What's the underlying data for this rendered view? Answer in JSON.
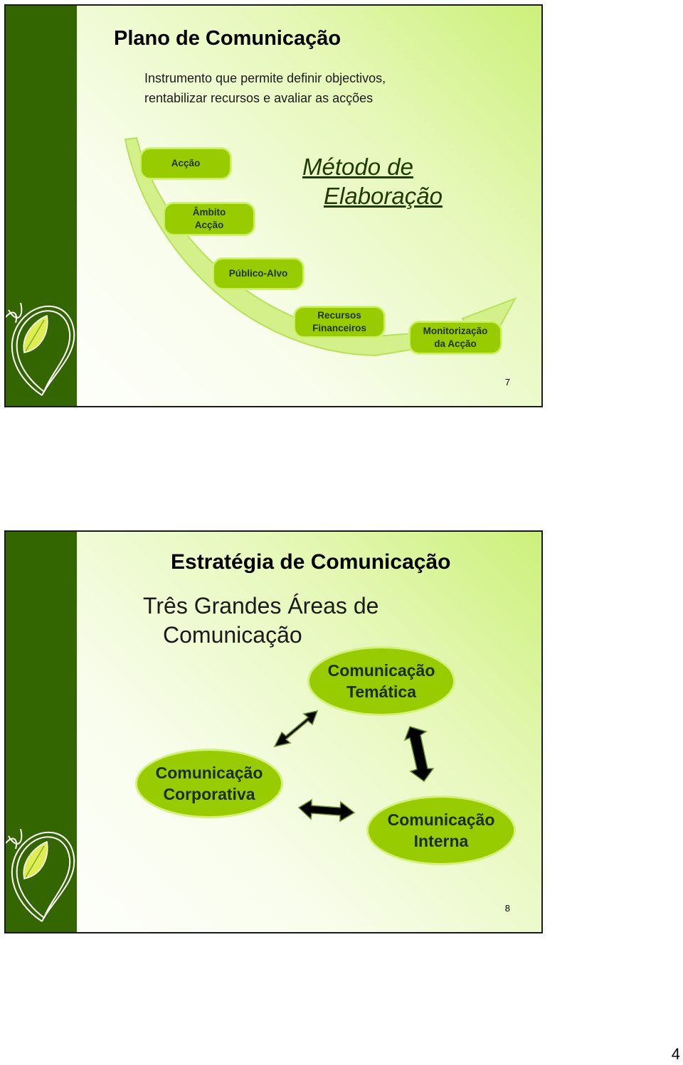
{
  "slide7": {
    "title": "Plano de Comunicação",
    "subtitle": [
      "Instrumento que permite definir objectivos,",
      "rentabilizar recursos e avaliar as acções"
    ],
    "method_title": [
      "Método de",
      "Elaboração"
    ],
    "steps": [
      {
        "lines": [
          "Acção"
        ]
      },
      {
        "lines": [
          "Âmbito",
          "Acção"
        ]
      },
      {
        "lines": [
          "Público-Alvo"
        ]
      },
      {
        "lines": [
          "Recursos",
          "Financeiros"
        ]
      },
      {
        "lines": [
          "Monitorização",
          "da Acção"
        ]
      }
    ],
    "slide_number": "7"
  },
  "slide8": {
    "title": "Estratégia de Comunicação",
    "subtitle": [
      "Três Grandes Áreas de",
      "Comunicação"
    ],
    "areas": {
      "tematica": [
        "Comunicação",
        "Temática"
      ],
      "corporativa": [
        "Comunicação",
        "Corporativa"
      ],
      "interna": [
        "Comunicação",
        "Interna"
      ]
    },
    "slide_number": "8"
  },
  "page_number": "4",
  "colors": {
    "sidebar": "#336600",
    "accent": "#99cc00",
    "arc": "#ccee77"
  }
}
